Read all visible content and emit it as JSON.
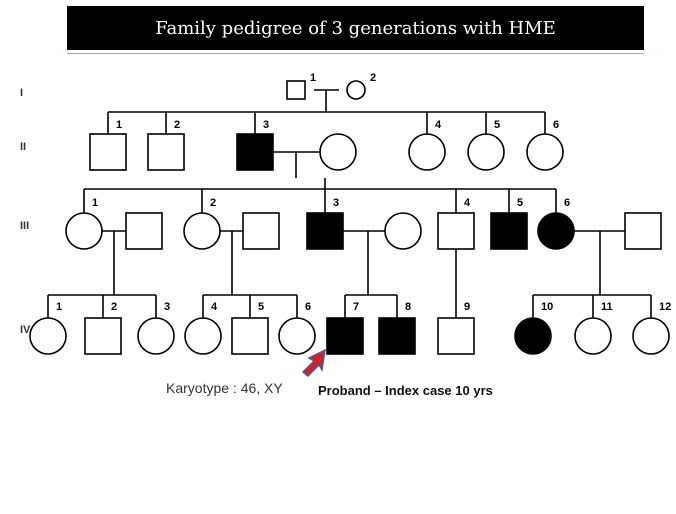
{
  "title": "Family pedigree of 3 generations with HME",
  "generations": [
    "I",
    "II",
    "III",
    "IV"
  ],
  "footer": {
    "karyotype": "Karyotype : 46, XY",
    "proband": "Proband – Index case 10 yrs"
  },
  "colors": {
    "affected": "#000000",
    "unaffected": "#ffffff",
    "arrow": "#d62020",
    "arrow_outline": "#4a5aa8"
  },
  "individuals": [
    {
      "id": "I-1",
      "gen": "I",
      "num": "1",
      "sex": "male",
      "affected": false
    },
    {
      "id": "I-2",
      "gen": "I",
      "num": "2",
      "sex": "female",
      "affected": false
    },
    {
      "id": "II-1",
      "gen": "II",
      "num": "1",
      "sex": "male",
      "affected": false
    },
    {
      "id": "II-2",
      "gen": "II",
      "num": "2",
      "sex": "male",
      "affected": false
    },
    {
      "id": "II-3",
      "gen": "II",
      "num": "3",
      "sex": "male",
      "affected": true
    },
    {
      "id": "II-3-spouse",
      "gen": "II",
      "num": "",
      "sex": "female",
      "affected": false
    },
    {
      "id": "II-4",
      "gen": "II",
      "num": "4",
      "sex": "female",
      "affected": false
    },
    {
      "id": "II-5",
      "gen": "II",
      "num": "5",
      "sex": "female",
      "affected": false
    },
    {
      "id": "II-6",
      "gen": "II",
      "num": "6",
      "sex": "female",
      "affected": false
    },
    {
      "id": "III-1",
      "gen": "III",
      "num": "1",
      "sex": "female",
      "affected": false
    },
    {
      "id": "III-1-spouse",
      "gen": "III",
      "num": "",
      "sex": "male",
      "affected": false
    },
    {
      "id": "III-2",
      "gen": "III",
      "num": "2",
      "sex": "female",
      "affected": false
    },
    {
      "id": "III-2-spouse",
      "gen": "III",
      "num": "",
      "sex": "male",
      "affected": false
    },
    {
      "id": "III-3",
      "gen": "III",
      "num": "3",
      "sex": "male",
      "affected": true
    },
    {
      "id": "III-3-spouse",
      "gen": "III",
      "num": "",
      "sex": "female",
      "affected": false
    },
    {
      "id": "III-4",
      "gen": "III",
      "num": "4",
      "sex": "male",
      "affected": false
    },
    {
      "id": "III-5",
      "gen": "III",
      "num": "5",
      "sex": "male",
      "affected": true
    },
    {
      "id": "III-6",
      "gen": "III",
      "num": "6",
      "sex": "female",
      "affected": true
    },
    {
      "id": "III-6-spouse",
      "gen": "III",
      "num": "",
      "sex": "male",
      "affected": false
    },
    {
      "id": "IV-1",
      "gen": "IV",
      "num": "1",
      "sex": "female",
      "affected": false
    },
    {
      "id": "IV-2",
      "gen": "IV",
      "num": "2",
      "sex": "male",
      "affected": false
    },
    {
      "id": "IV-3",
      "gen": "IV",
      "num": "3",
      "sex": "female",
      "affected": false
    },
    {
      "id": "IV-4",
      "gen": "IV",
      "num": "4",
      "sex": "female",
      "affected": false
    },
    {
      "id": "IV-5",
      "gen": "IV",
      "num": "5",
      "sex": "male",
      "affected": false
    },
    {
      "id": "IV-6",
      "gen": "IV",
      "num": "6",
      "sex": "female",
      "affected": false
    },
    {
      "id": "IV-7",
      "gen": "IV",
      "num": "7",
      "sex": "male",
      "affected": true,
      "proband": true
    },
    {
      "id": "IV-8",
      "gen": "IV",
      "num": "8",
      "sex": "male",
      "affected": true
    },
    {
      "id": "IV-9",
      "gen": "IV",
      "num": "9",
      "sex": "male",
      "affected": false
    },
    {
      "id": "IV-10",
      "gen": "IV",
      "num": "10",
      "sex": "female",
      "affected": true
    },
    {
      "id": "IV-11",
      "gen": "IV",
      "num": "11",
      "sex": "female",
      "affected": false
    },
    {
      "id": "IV-12",
      "gen": "IV",
      "num": "12",
      "sex": "female",
      "affected": false
    }
  ]
}
